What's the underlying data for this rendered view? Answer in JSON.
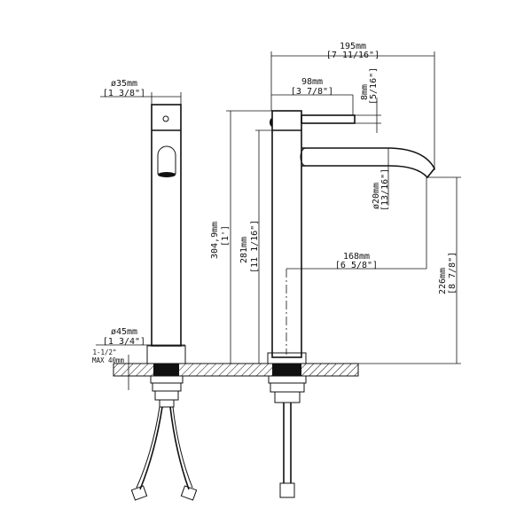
{
  "title": "Faucet dimension drawing",
  "dimensions": {
    "overall_reach": {
      "mm": "195mm",
      "inch": "[7 11/16\"]"
    },
    "handle_length": {
      "mm": "98mm",
      "inch": "[3 7/8\"]"
    },
    "handle_thickness": {
      "mm": "8mm",
      "inch": "[5/16\"]"
    },
    "body_diameter": {
      "mm": "ø35mm",
      "inch": "[1 3/8\"]"
    },
    "base_diameter": {
      "mm": "ø45mm",
      "inch": "[1 3/4\"]"
    },
    "spout_diameter": {
      "mm": "ø20mm",
      "inch": "[13/16\"]"
    },
    "overall_height": {
      "mm": "304,9mm",
      "inch": "[1']"
    },
    "spout_height": {
      "mm": "281mm",
      "inch": "[11 1/16\"]"
    },
    "spout_reach": {
      "mm": "168mm",
      "inch": "[6 5/8\"]"
    },
    "spout_clearance": {
      "mm": "226mm",
      "inch": "[8 7/8\"]"
    },
    "countertop_max": {
      "line1": "1-1/2\"",
      "line2": "MAX 40mm"
    }
  }
}
